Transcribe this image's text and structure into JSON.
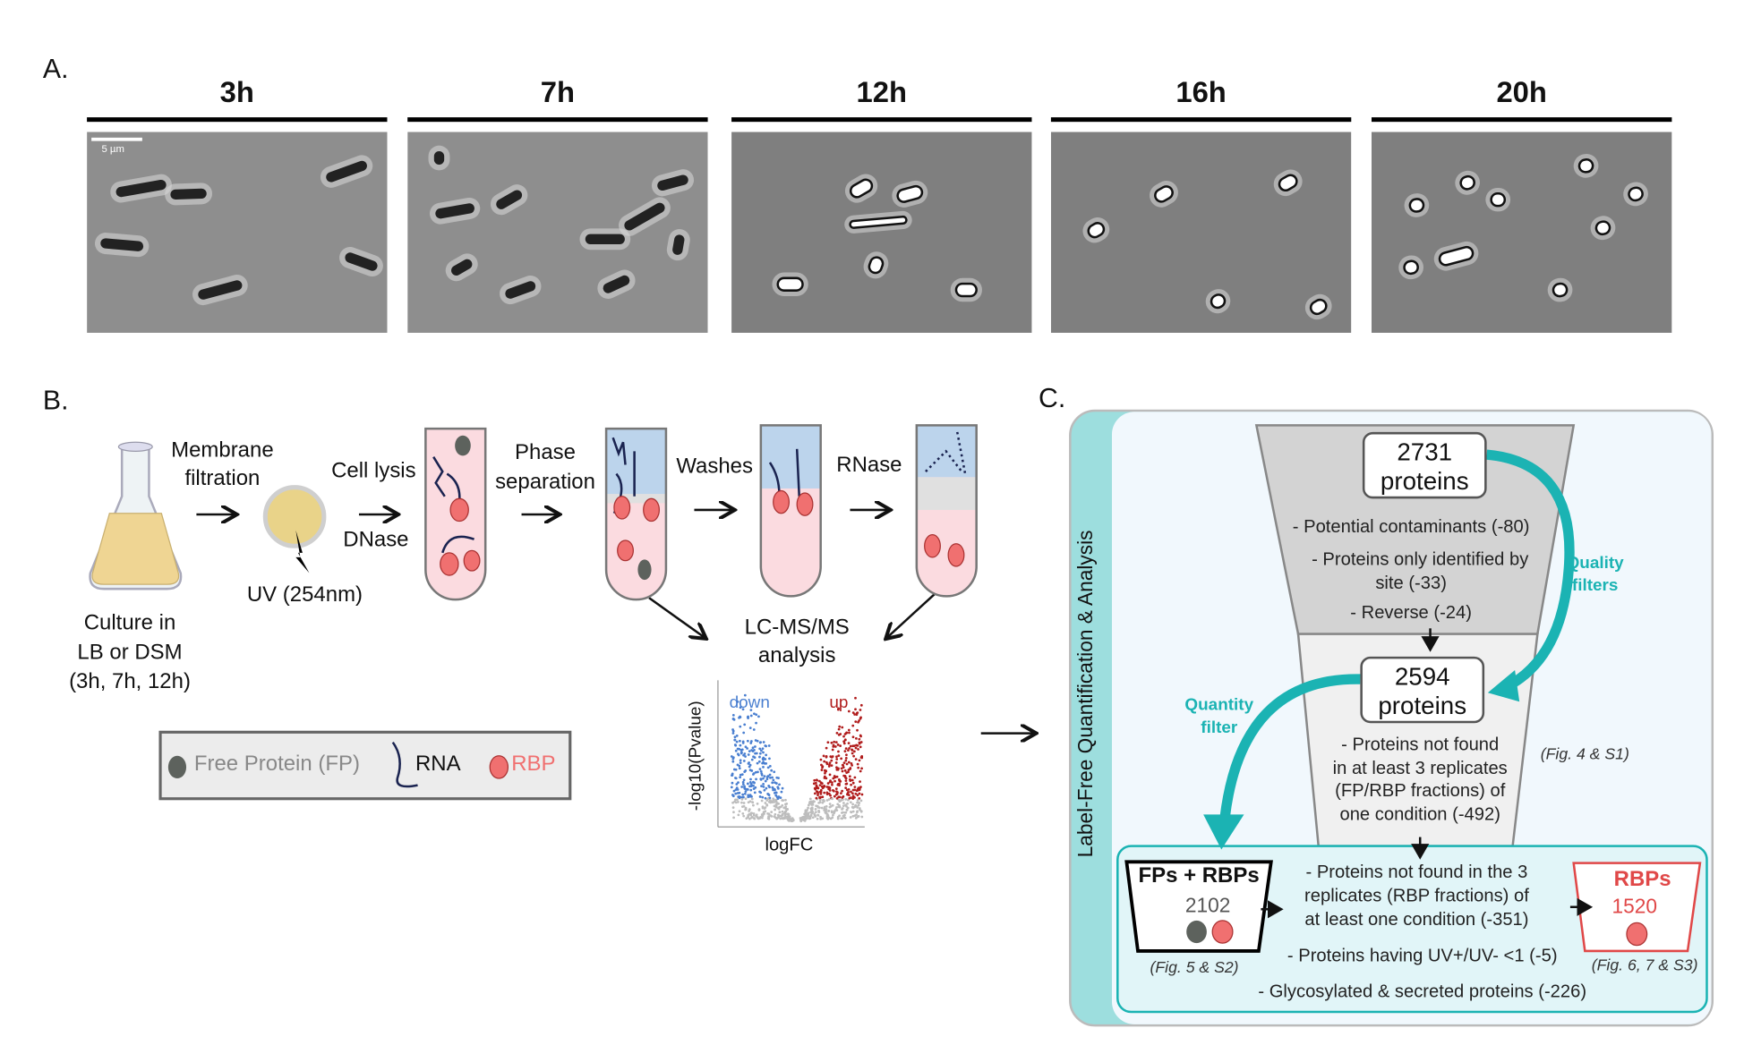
{
  "panel_a": {
    "label": "A.",
    "timepoints": [
      "3h",
      "7h",
      "12h",
      "16h",
      "20h"
    ],
    "scale_bar": "5 µm"
  },
  "panel_b": {
    "label": "B.",
    "culture": [
      "Culture in",
      "LB or DSM",
      "(3h, 7h, 12h)"
    ],
    "membrane": [
      "Membrane",
      "filtration"
    ],
    "uv": "UV (254nm)",
    "cell_lysis": "Cell lysis",
    "dnase": "DNase",
    "phase": [
      "Phase",
      "separation"
    ],
    "washes": "Washes",
    "rnase": "RNase",
    "lcms": [
      "LC-MS/MS",
      "analysis"
    ],
    "volcano": {
      "ylabel": "-log10(Pvalue)",
      "xlabel": "logFC",
      "down": "down",
      "up": "up",
      "down_color": "#4a7fd0",
      "up_color": "#b01c1c",
      "ns_color": "#bdbdbd"
    },
    "legend": {
      "fp": "Free Protein (FP)",
      "rna": "RNA",
      "rbp": "RBP",
      "fp_color": "#5d625d",
      "rbp_color": "#f07070"
    }
  },
  "panel_c": {
    "label": "C.",
    "side_title": "Label-Free Quantification & Analysis",
    "box1": [
      "2731",
      "proteins"
    ],
    "filters1": [
      "- Potential contaminants (-80)",
      "- Proteins only identified by",
      "site (-33)",
      "- Reverse (-24)"
    ],
    "box2": [
      "2594",
      "proteins"
    ],
    "filters2": [
      "- Proteins not found",
      "in at least 3 replicates",
      "(FP/RBP fractions) of",
      "one condition (-492)"
    ],
    "fig_ref1": "(Fig. 4 & S1)",
    "quality": [
      "Quality",
      "filters"
    ],
    "quantity": [
      "Quantity",
      "filter"
    ],
    "fps": {
      "title": "FPs + RBPs",
      "count": "2102",
      "fig_ref": "(Fig. 5 & S2)"
    },
    "rbps": {
      "title": "RBPs",
      "count": "1520",
      "fig_ref": "(Fig. 6, 7 & S3)"
    },
    "filters3": [
      "- Proteins not found in the 3",
      "replicates (RBP fractions) of",
      "at least one condition (-351)"
    ],
    "filter_uv": "- Proteins having UV+/UV- <1 (-5)",
    "filter_glyco": "- Glycosylated & secreted proteins (-226)",
    "accent_color": "#1bb3b3",
    "rbp_color": "#e04848"
  }
}
